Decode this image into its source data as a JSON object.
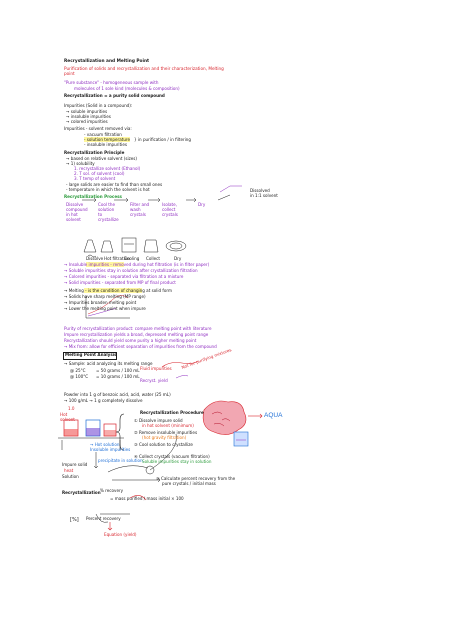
{
  "header": {
    "title": "Recrystallization and Melting Point",
    "purification": "Purification of solids and recrystallization and their characterization, Melting point"
  },
  "solids": {
    "pure_substance": "\"Pure substance\" - homogeneous sample with",
    "pure_substance_2": "molecules of 1 sole kind (molecules & composition)",
    "recryst_def": "Recrystallization = a purity solid compound",
    "impurities": "Impurities (Solid in a compound):",
    "imp_1": "→ soluble impurities",
    "imp_2": "→ insoluble impurities",
    "imp_3": "→ colored impurities",
    "impurities_removed": "Impurities - solvent removed via:",
    "rem_1": "- vacuum filtration",
    "rem_2": "- solution temperature",
    "rem_3": "- insoluble impurities",
    "rem_side": "} in purification / in filtering"
  },
  "principles": {
    "title": "Recrystallization Principle",
    "line_1": "→ based on relative solvent (sizes)",
    "line_2": "→ 1) solubility",
    "line_3": "1. recrystallize solvent (Ethanol)",
    "line_4": "2. T sol. of solvent (cool)",
    "line_5": "3. T temp of solvent",
    "line_6": "- large solids are easier to find than small ones",
    "line_7": "- temperature in which the solvent is hot"
  },
  "process": {
    "title": "Recrystallization Process",
    "note_right_1": "Dissolved",
    "note_right_2": "in 1:1 solvent",
    "step_1": "Dissolve compound in hot solvent",
    "step_2": "Cool the solution to crystallize",
    "step_3": "Filter and wash crystals",
    "step_4": "Isolate, collect crystals",
    "step_5": "Dry",
    "label_1": "Dissolve",
    "label_2": "Hot filtration",
    "label_3": "Cooling",
    "label_4": "Collect",
    "label_5": "Dry"
  },
  "impurity_notes": {
    "n1": "→ Insoluble impurities - removed during hot filtration (is in filter paper)",
    "n2": "→ Soluble impurities stay in solution after crystallization filtration",
    "n3": "→ Colored impurities - separated via filtration at a mixture",
    "n4": "→ Solid impurities - separated from MP of final product"
  },
  "melting": {
    "m1": "→ Melting - is the condition of changing at solid form",
    "m2": "→ Solids have sharp melting (MP range)",
    "m3": "→ Impurities broaden melting point",
    "m4": "→ Lower the melting point when impure",
    "m5": "Purity of recrystallization product: compare melting point with literature",
    "m6": "Impure recrystallization yields a broad, depressed melting point range",
    "m7": "Recrystallization should yield some purity a higher melting point",
    "m8": "→ Mix from: allow for efficient separation of impurities from the compound"
  },
  "melting_point": {
    "title": "Melting Point Analysis",
    "line_1": "→ Sample: acid analyzing its melting range",
    "line_2": "@ 25°C",
    "line_3": "@ 100°C",
    "line_4": "= 50 grams / 100 mL",
    "line_5": "= 10 grams / 100 mL",
    "note_red": "Fluid impurities",
    "note_right": "Not for purifying mixtures",
    "recryst_note": "Recryst. yield",
    "line_6": "Powder into 1 g of benzoic acid, acid, water (25 mL)",
    "line_7": "→ 100 g/mL → 1 g completely dissolve",
    "value_1": "1.0"
  },
  "procedure": {
    "title": "Recrystallization Procedure",
    "s1": "① Dissolve impure solid",
    "s1b": "in hot solvent (minimum)",
    "s2": "② Remove insoluble impurities",
    "s2b": "(hot gravity filtration)",
    "s3": "③ Cool solution to crystallize",
    "s4": "④ Collect crystals (vacuum filtration)",
    "s4b": "Soluble impurities stay in solution",
    "s5": "⑤ Calculate percent recovery from the",
    "s5b": "pure crystals / initial mass",
    "aqua": "AQUA",
    "blue_label_1": "→ Hot solution",
    "blue_label_2": "Insoluble impurities",
    "blue_label_3": "precipitate in solution",
    "lhs_1": "Hot",
    "lhs_2": "solvent",
    "lhs_3": "Impure solid",
    "lhs_4": "heat",
    "lhs_5": "Solution",
    "recovery_title": "Recrystallization",
    "recovery_lhs": "% recovery",
    "recovery_eq": "= mass purified / mass initial × 100",
    "formula_left": "[%]",
    "formula_right": "Percent recovery",
    "note_bottom": "Equation (yield)"
  }
}
